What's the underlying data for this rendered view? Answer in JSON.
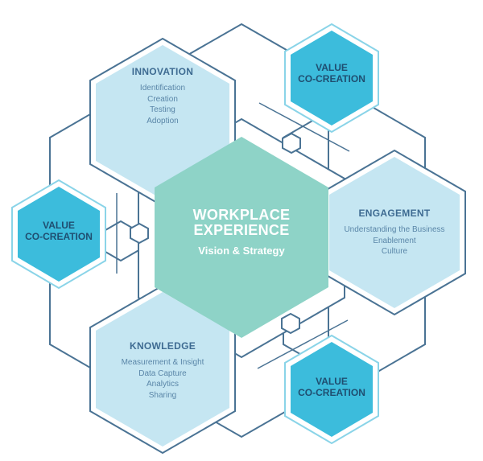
{
  "center": {
    "title_line1": "WORKPLACE",
    "title_line2": "EXPERIENCE",
    "subtitle": "Vision & Strategy"
  },
  "innovation": {
    "title": "INNOVATION",
    "items": [
      "Identification",
      "Creation",
      "Testing",
      "Adoption"
    ]
  },
  "engagement": {
    "title": "ENGAGEMENT",
    "items": [
      "Understanding the Business",
      "Enablement",
      "Culture"
    ]
  },
  "knowledge": {
    "title": "KNOWLEDGE",
    "items": [
      "Measurement & Insight",
      "Data Capture",
      "Analytics",
      "Sharing"
    ]
  },
  "value_top_right": {
    "line1": "VALUE",
    "line2": "CO-CREATION"
  },
  "value_left": {
    "line1": "VALUE",
    "line2": "CO-CREATION"
  },
  "value_bottom_right": {
    "line1": "VALUE",
    "line2": "CO-CREATION"
  },
  "colors": {
    "outline": "#4a7394",
    "light_fill": "#c5e6f2",
    "cyan_fill": "#3cbcdc",
    "cyan_ring": "#8ad4e8",
    "teal_center": "#8ed3c7",
    "title_text": "#3e6b92",
    "body_text": "#5a86a8"
  }
}
